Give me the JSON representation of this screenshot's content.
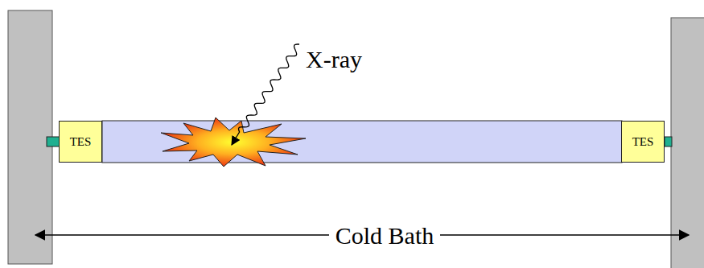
{
  "diagram": {
    "nodes": [
      {
        "text": [
          "TES"
        ]
      },
      {
        "text": [
          "TES"
        ]
      }
    ],
    "labels": [
      "X-ray",
      "Cold Bath"
    ]
  }
}
